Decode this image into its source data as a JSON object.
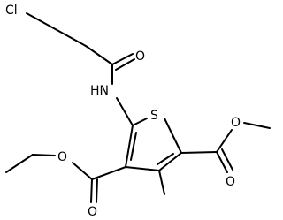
{
  "colors": {
    "bond": "#000000",
    "label": "#000000",
    "background": "#ffffff"
  },
  "atoms": {
    "chlorine": "Cl",
    "amide_oxygen": "O",
    "amide_nitrogen": "HN",
    "thiophene_sulfur": "S",
    "methyl_ester_ether_oxygen": "O",
    "methyl_ester_carbonyl_oxygen": "O",
    "ethyl_ester_ether_oxygen": "O",
    "ethyl_ester_carbonyl_oxygen": "O"
  }
}
